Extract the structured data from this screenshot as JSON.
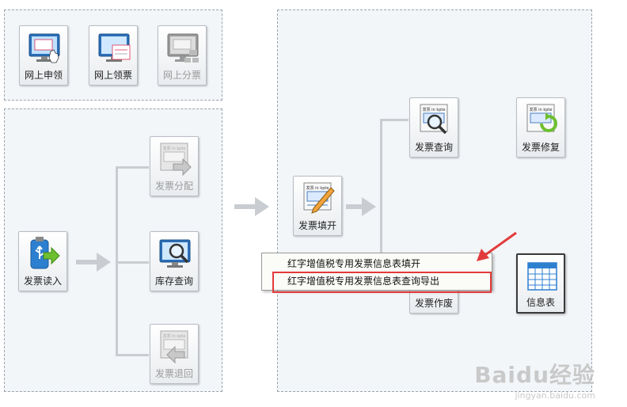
{
  "colors": {
    "panel_bg": "#f3f6f9",
    "panel_border": "#9aa3ad",
    "arrow_gray": "#c9cdd1",
    "annotation_red": "#e23b3b",
    "icon_blue": "#2d7fd0",
    "icon_green": "#6dbf2f"
  },
  "top_panel": {
    "tiles": [
      {
        "label": "网上申领",
        "icon": "monitor-hand-icon",
        "enabled": true
      },
      {
        "label": "网上领票",
        "icon": "monitor-ticket-icon",
        "enabled": true
      },
      {
        "label": "网上分票",
        "icon": "monitor-split-icon",
        "enabled": false
      }
    ]
  },
  "left_panel": {
    "read_tile": {
      "label": "发票读入",
      "icon": "usb-arrow-icon",
      "enabled": true
    },
    "tiles": [
      {
        "label": "发票分配",
        "icon": "invoice-arrow-right-icon",
        "enabled": false
      },
      {
        "label": "库存查询",
        "icon": "monitor-search-icon",
        "enabled": true
      },
      {
        "label": "发票退回",
        "icon": "invoice-arrow-left-icon",
        "enabled": false
      }
    ]
  },
  "right_panel": {
    "fill_tile": {
      "label": "发票填开",
      "icon": "invoice-pen-icon"
    },
    "query_tile": {
      "label": "发票查询",
      "icon": "invoice-search-icon"
    },
    "repair_tile": {
      "label": "发票修复",
      "icon": "invoice-refresh-icon"
    },
    "void_tile": {
      "label": "发票作废",
      "icon": "invoice-void-icon"
    },
    "info_tile": {
      "label": "信息表",
      "icon": "table-grid-icon"
    }
  },
  "context_menu": {
    "items": [
      {
        "label": "红字增值税专用发票信息表填开"
      },
      {
        "label": "红字增值税专用发票信息表查询导出",
        "highlighted": true
      }
    ]
  },
  "invoice_icon_text": "发票 in kpte",
  "watermark": {
    "logo": "Baidu经验",
    "url": "jingyan.baidu.com"
  }
}
